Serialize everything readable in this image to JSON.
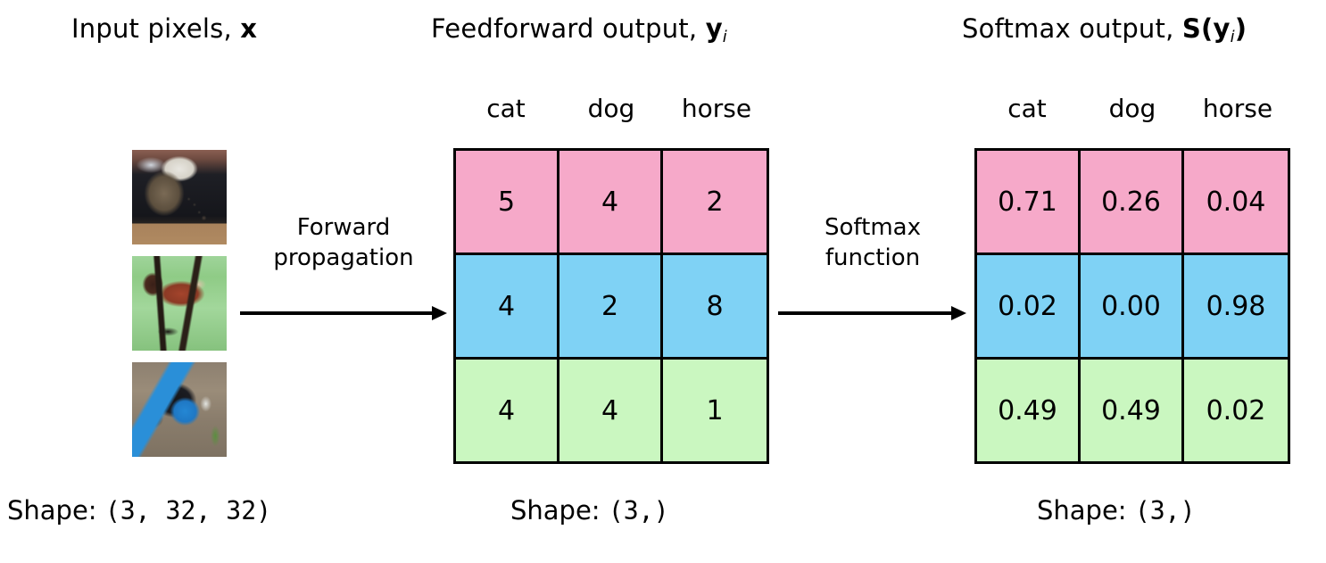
{
  "diagram": {
    "title_input": "Input pixels, ",
    "title_input_var": "x",
    "title_middle": "Feedforward output, ",
    "title_middle_var": "y",
    "title_middle_sub": "i",
    "title_right_pre": "Softmax output, ",
    "title_right_s": "S",
    "title_right_open": "(",
    "title_right_var": "y",
    "title_right_sub": "i",
    "title_right_close": ")"
  },
  "input_images": [
    {
      "name": "cat-thumbnail",
      "alt": "cat on dark sofa"
    },
    {
      "name": "horse-thumbnail",
      "alt": "brown horse on grass"
    },
    {
      "name": "dog-thumbnail",
      "alt": "black dog in blue coat"
    }
  ],
  "arrows": [
    {
      "line1": "Forward",
      "line2": "propagation"
    },
    {
      "line1": "Softmax",
      "line2": "function"
    }
  ],
  "columns": [
    "cat",
    "dog",
    "horse"
  ],
  "row_colors": [
    "#f6a9c9",
    "#7fd2f5",
    "#caf7c0"
  ],
  "chart_data": {
    "type": "table",
    "title": "Softmax transformation of feedforward logits",
    "tables": [
      {
        "name": "feedforward-output",
        "title": "Feedforward output, y_i",
        "columns": [
          "cat",
          "dog",
          "horse"
        ],
        "rows": [
          {
            "row_class": "cat",
            "color": "#f6a9c9",
            "values": [
              "5",
              "4",
              "2"
            ]
          },
          {
            "row_class": "horse",
            "color": "#7fd2f5",
            "values": [
              "4",
              "2",
              "8"
            ]
          },
          {
            "row_class": "dog",
            "color": "#caf7c0",
            "values": [
              "4",
              "4",
              "1"
            ]
          }
        ],
        "shape": "(3,)"
      },
      {
        "name": "softmax-output",
        "title": "Softmax output, S(y_i)",
        "columns": [
          "cat",
          "dog",
          "horse"
        ],
        "rows": [
          {
            "row_class": "cat",
            "color": "#f6a9c9",
            "values": [
              "0.71",
              "0.26",
              "0.04"
            ]
          },
          {
            "row_class": "horse",
            "color": "#7fd2f5",
            "values": [
              "0.02",
              "0.00",
              "0.98"
            ]
          },
          {
            "row_class": "dog",
            "color": "#caf7c0",
            "values": [
              "0.49",
              "0.49",
              "0.02"
            ]
          }
        ],
        "shape": "(3,)"
      }
    ]
  },
  "shapes": [
    {
      "label": "Shape: ",
      "value": "(3, 32, 32)"
    },
    {
      "label": "Shape: ",
      "value": "(3,)"
    },
    {
      "label": "Shape: ",
      "value": "(3,)"
    }
  ]
}
